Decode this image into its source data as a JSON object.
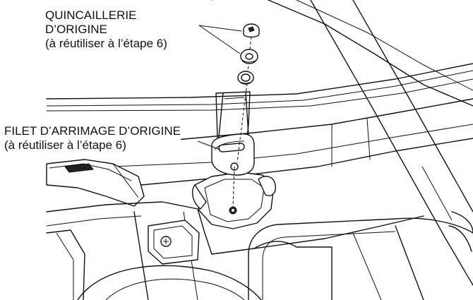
{
  "labels": {
    "original_hardware": {
      "line1": "QUINCAILLERIE",
      "line2": "D’ORIGINE",
      "line3": "(à réutiliser à l’étape 6)"
    },
    "original_tie_down_net": {
      "line1": "FILET D’ARRIMAGE D’ORIGINE",
      "line2": "(à réutiliser à l’étape 6)"
    }
  }
}
